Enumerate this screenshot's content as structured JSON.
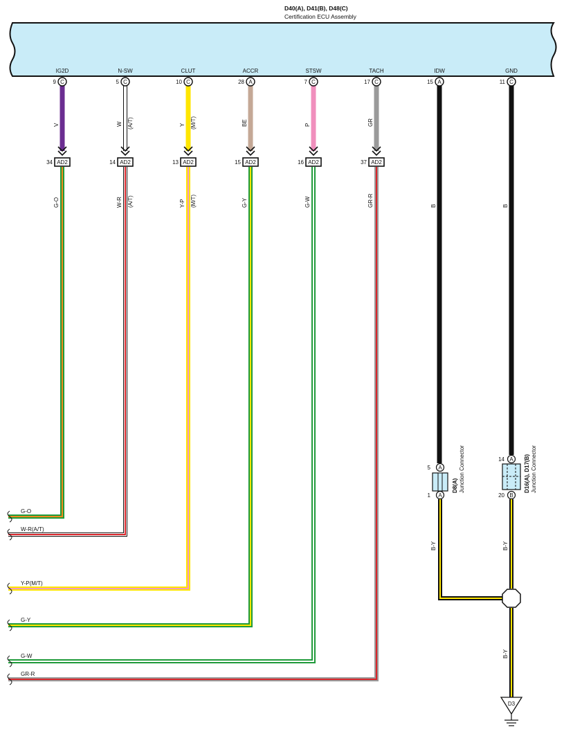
{
  "ecu": {
    "connectors": "D40(A), D41(B), D48(C)",
    "name": "Certification ECU Assembly"
  },
  "terminals": [
    {
      "id": "ig2d",
      "label": "IG2D",
      "pin": "9",
      "conn": "C",
      "upper_wire": "V",
      "upper_note": "",
      "mid_pin": "34",
      "mid_conn": "AD2",
      "lower_wire": "G-O",
      "lower_note": "",
      "end_label": "G-O",
      "color1": "#6b2d91",
      "color2": "#f08a1e",
      "base": "#1f9a3a"
    },
    {
      "id": "n-sw",
      "label": "N-SW",
      "pin": "5",
      "conn": "C",
      "upper_wire": "W",
      "upper_note": "(A/T)",
      "mid_pin": "14",
      "mid_conn": "AD2",
      "lower_wire": "W-R",
      "lower_note": "(A/T)",
      "end_label": "W-R(A/T)",
      "color1": "#ffffff",
      "color2": "#d9262b",
      "base": "#ffffff"
    },
    {
      "id": "clut",
      "label": "CLUT",
      "pin": "10",
      "conn": "C",
      "upper_wire": "Y",
      "upper_note": "(M/T)",
      "mid_pin": "13",
      "mid_conn": "AD2",
      "lower_wire": "Y-P",
      "lower_note": "(M/T)",
      "end_label": "Y-P(M/T)",
      "color1": "#ffe600",
      "color2": "#f29bc1",
      "base": "#ffe600"
    },
    {
      "id": "accr",
      "label": "ACCR",
      "pin": "28",
      "conn": "A",
      "upper_wire": "BE",
      "upper_note": "",
      "mid_pin": "15",
      "mid_conn": "AD2",
      "lower_wire": "G-Y",
      "lower_note": "",
      "end_label": "G-Y",
      "color1": "#c4a896",
      "color2": "#ffe600",
      "base": "#1f9a3a"
    },
    {
      "id": "stsw",
      "label": "STSW",
      "pin": "7",
      "conn": "C",
      "upper_wire": "P",
      "upper_note": "",
      "mid_pin": "16",
      "mid_conn": "AD2",
      "lower_wire": "G-W",
      "lower_note": "",
      "end_label": "G-W",
      "color1": "#f08fbd",
      "color2": "#ffffff",
      "base": "#1f9a3a"
    },
    {
      "id": "tach",
      "label": "TACH",
      "pin": "17",
      "conn": "C",
      "upper_wire": "GR",
      "upper_note": "",
      "mid_pin": "37",
      "mid_conn": "AD2",
      "lower_wire": "GR-R",
      "lower_note": "",
      "end_label": "GR-R",
      "color1": "#9a9a9a",
      "color2": "#d9262b",
      "base": "#9a9a9a"
    },
    {
      "id": "idw",
      "label": "IDW",
      "pin": "15",
      "conn": "A",
      "upper_wire": "B",
      "upper_note": "",
      "mid_pin": "",
      "mid_conn": "",
      "lower_wire": "",
      "lower_note": "",
      "end_label": "",
      "color1": "#111111",
      "color2": "#111111",
      "base": "#111111"
    },
    {
      "id": "gnd",
      "label": "GND",
      "pin": "11",
      "conn": "C",
      "upper_wire": "B",
      "upper_note": "",
      "mid_pin": "",
      "mid_conn": "",
      "lower_wire": "",
      "lower_note": "",
      "end_label": "",
      "color1": "#111111",
      "color2": "#111111",
      "base": "#111111"
    }
  ],
  "junction_a": {
    "ref": "D8(A)",
    "name": "Junction Connector",
    "top_pin": "5",
    "top_conn": "A",
    "bottom_pin": "1",
    "bottom_conn": "A",
    "out_wire": "B-Y"
  },
  "junction_b": {
    "ref": "D16(A), D17(B)",
    "name": "Junction Connector",
    "top_pin": "14",
    "top_conn": "A",
    "bottom_pin": "20",
    "bottom_conn": "B",
    "out_wire": "B-Y"
  },
  "ground_wire": "B-Y",
  "ground_ref": "D3",
  "colors": {
    "ecu_fill": "#c9ecf8",
    "junction_fill": "#c9ecf8",
    "black_yellow_stripe": "#ffe600"
  }
}
